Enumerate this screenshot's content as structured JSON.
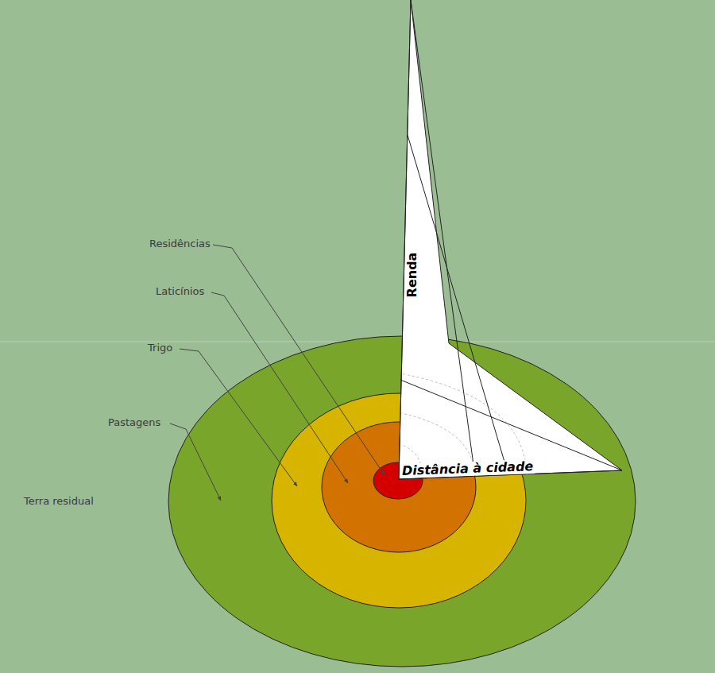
{
  "diagram": {
    "labels": [
      "Residências",
      "Laticínios",
      "Trigo",
      "Pastagens",
      "Terra residual",
      "Renda",
      "Distância à cidade"
    ]
  }
}
